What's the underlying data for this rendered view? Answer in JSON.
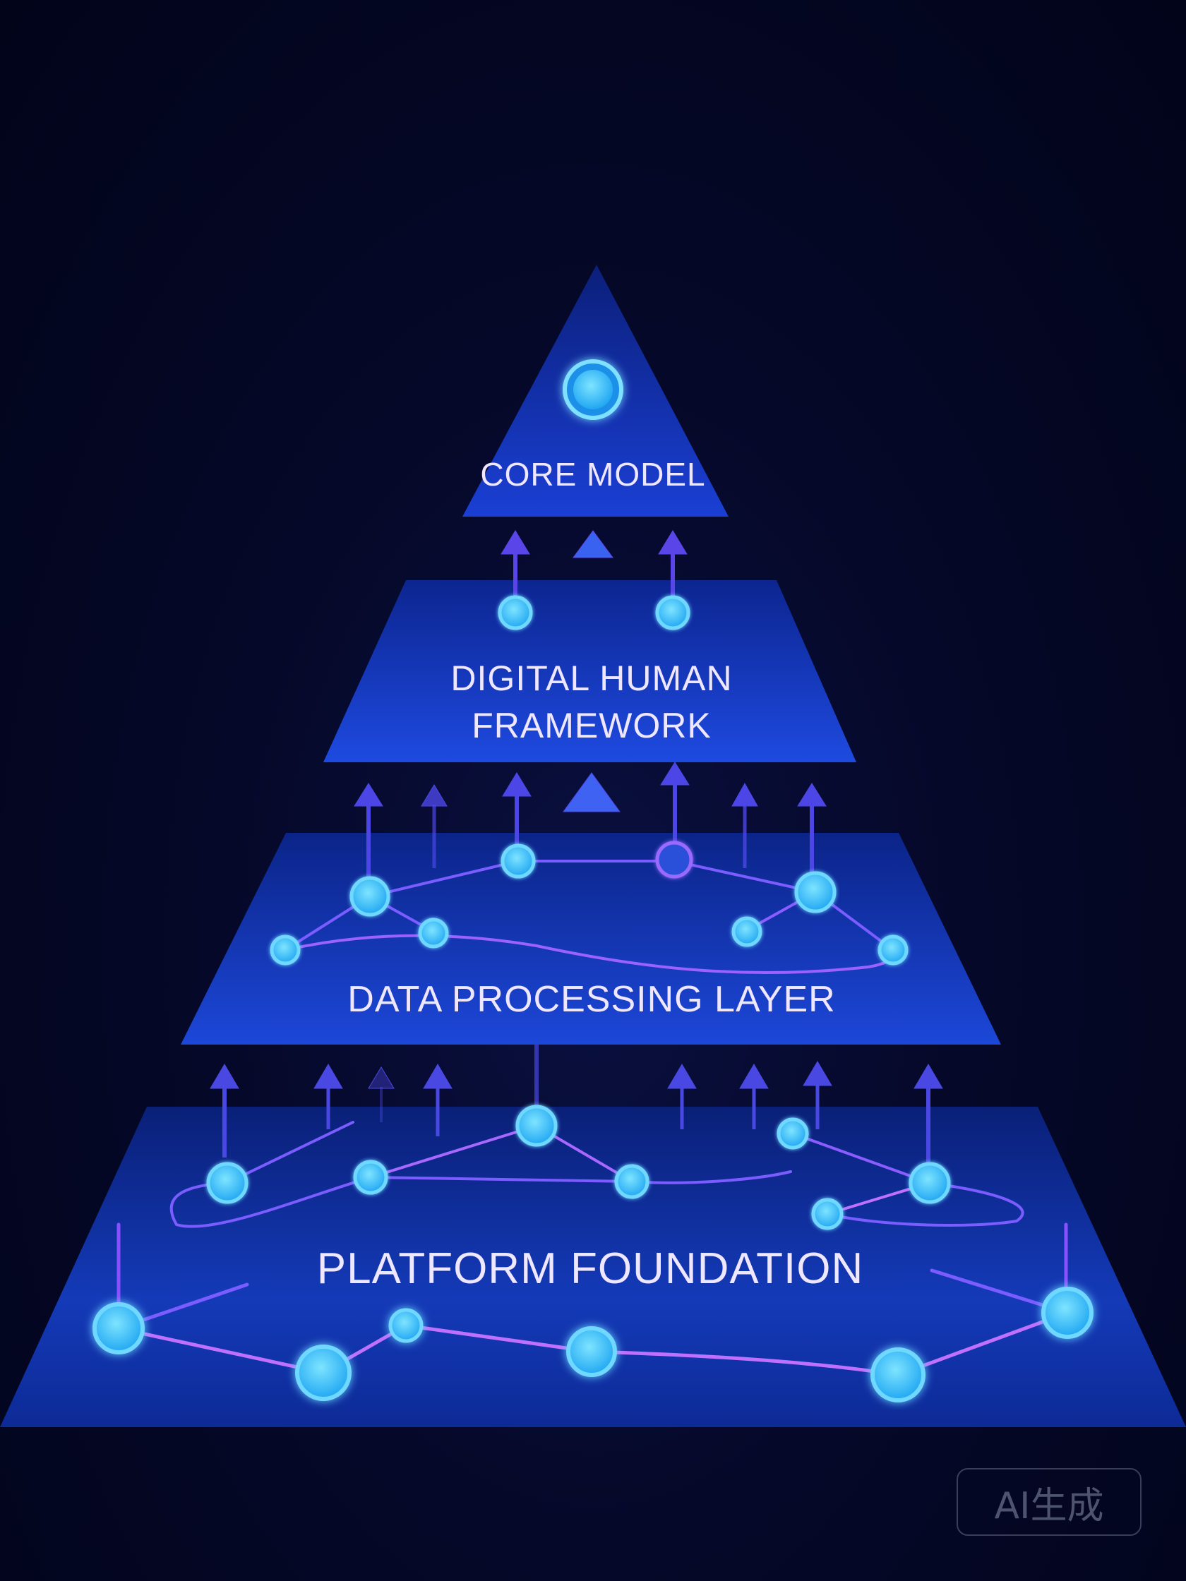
{
  "layers": [
    {
      "id": "core",
      "lines": [
        "CORE MODEL"
      ]
    },
    {
      "id": "framework",
      "lines": [
        "DIGITAL HUMAN",
        "FRAMEWORK"
      ]
    },
    {
      "id": "processing",
      "lines": [
        "DATA PROCESSING LAYER"
      ]
    },
    {
      "id": "foundation",
      "lines": [
        "PLATFORM FOUNDATION"
      ]
    }
  ],
  "watermark": "AI生成",
  "colors": {
    "background": "#03051a",
    "layer_fill": "#0c2a9e",
    "node_fill": "#35c8ff",
    "node_ring": "#7fdcff",
    "link_violet": "#a268ff",
    "arrow": "#4a4ee0",
    "text": "#efe6ff"
  }
}
